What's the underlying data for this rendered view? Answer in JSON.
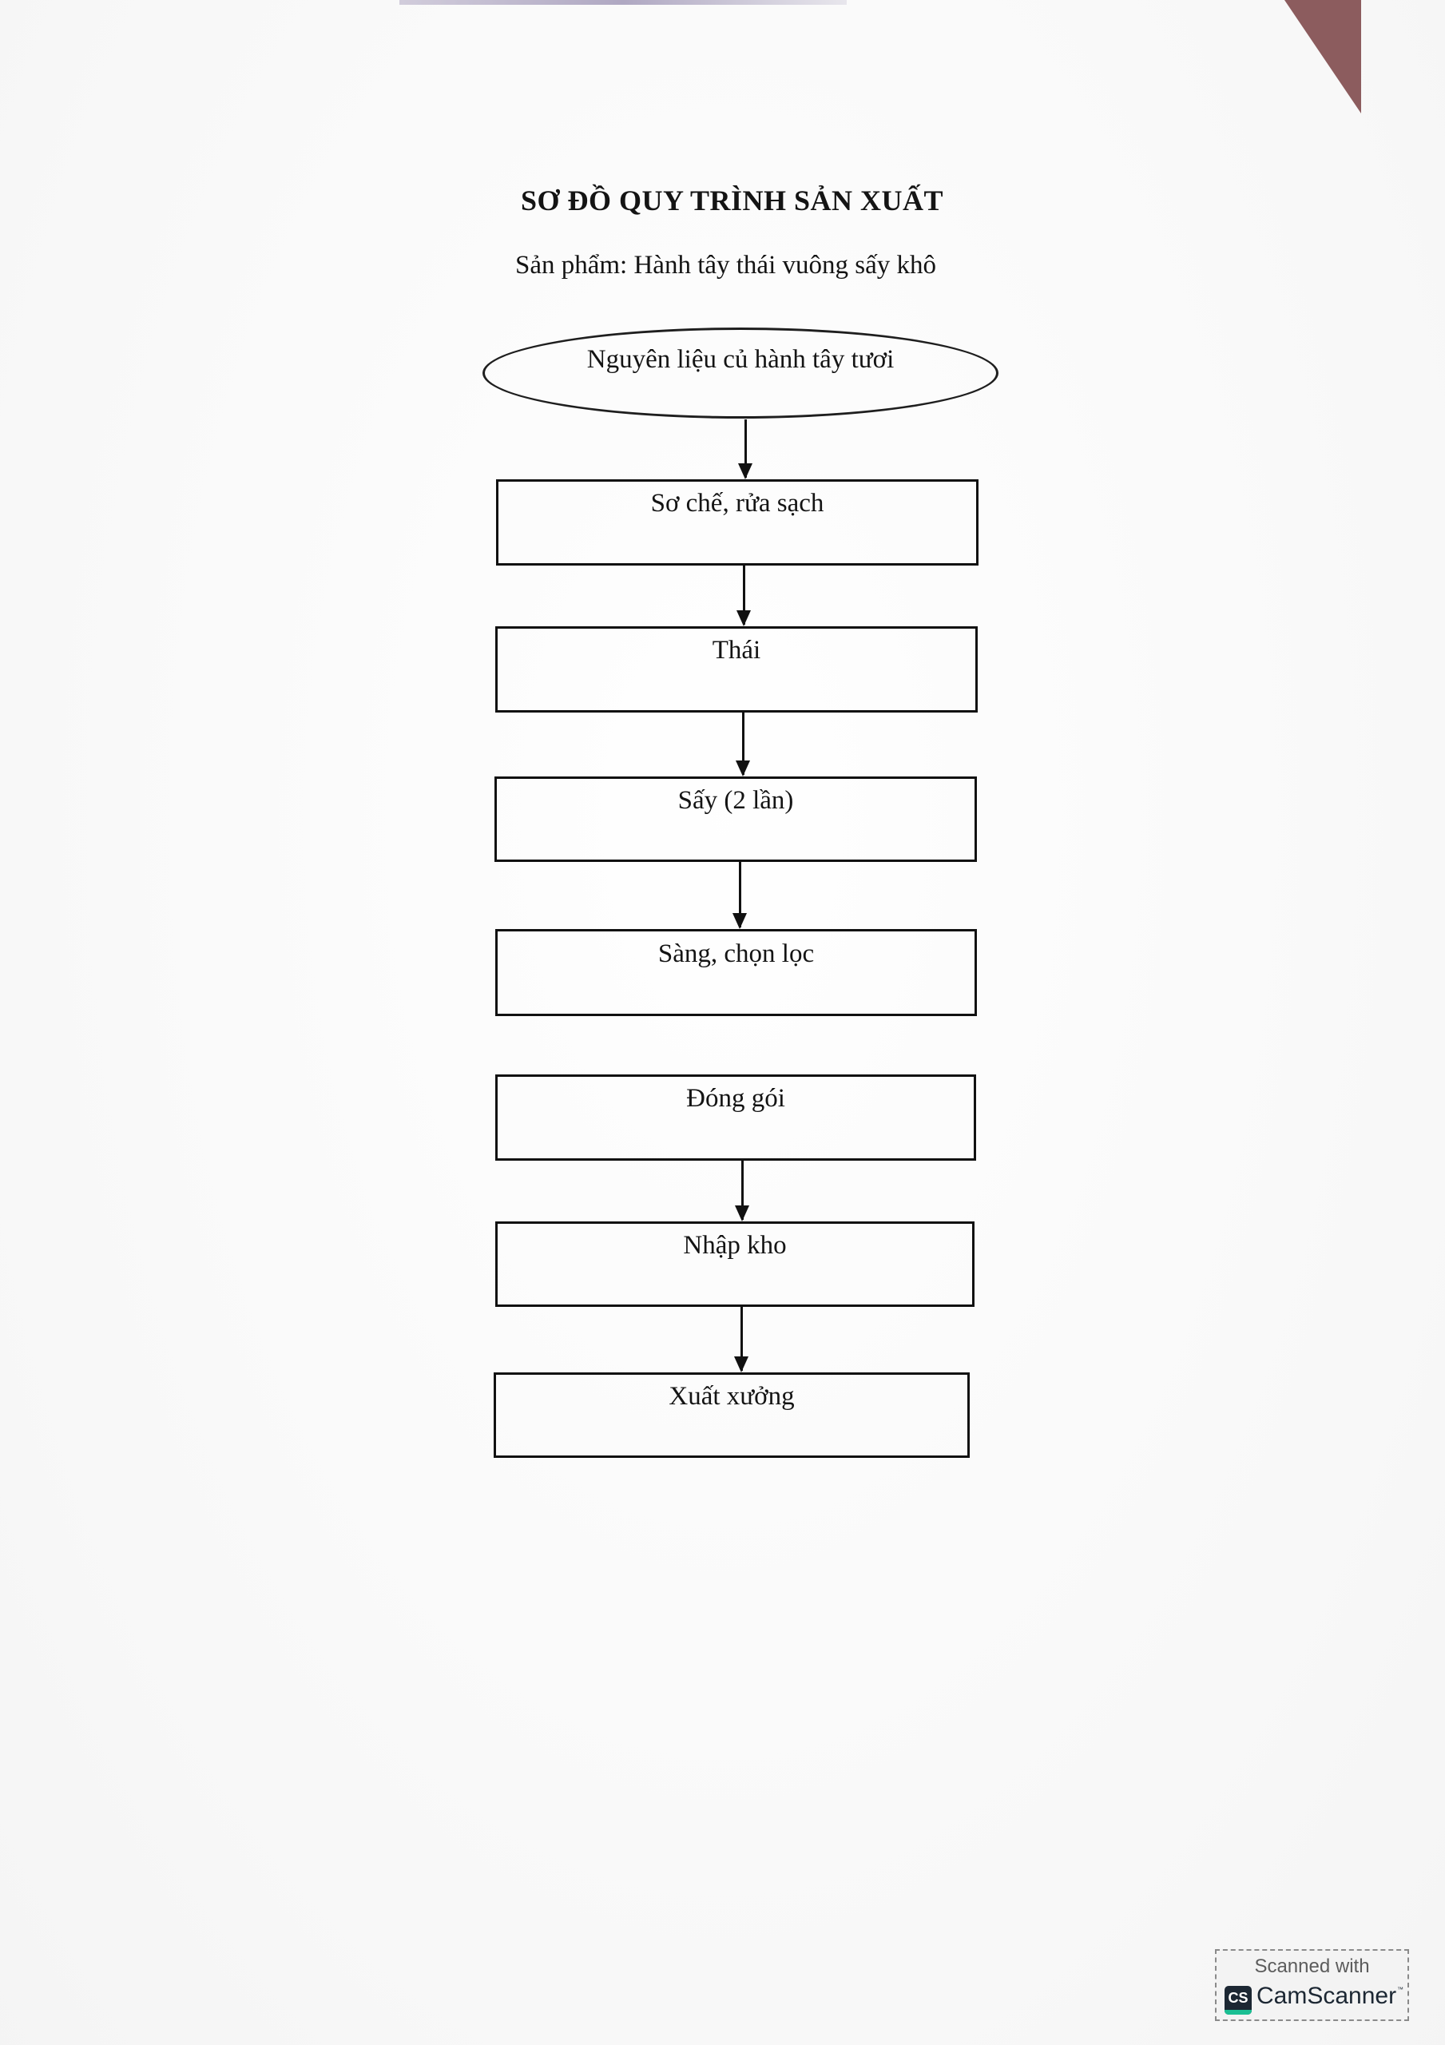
{
  "document": {
    "title": "SƠ ĐỒ QUY TRÌNH SẢN XUẤT",
    "subtitle": "Sản phẩm: Hành tây thái vuông sấy khô"
  },
  "flowchart": {
    "start_node": {
      "shape": "ellipse",
      "label": "Nguyên liệu củ hành tây tươi"
    },
    "steps": [
      {
        "label": "Sơ chế, rửa sạch"
      },
      {
        "label": "Thái"
      },
      {
        "label": "Sấy (2 lần)"
      },
      {
        "label": "Sàng, chọn lọc"
      },
      {
        "label": "Đóng gói"
      },
      {
        "label": "Nhập kho"
      },
      {
        "label": "Xuất xưởng"
      }
    ],
    "connections": [
      {
        "from": "Nguyên liệu củ hành tây tươi",
        "to": "Sơ chế, rửa sạch"
      },
      {
        "from": "Sơ chế, rửa sạch",
        "to": "Thái"
      },
      {
        "from": "Thái",
        "to": "Sấy (2 lần)"
      },
      {
        "from": "Sấy (2 lần)",
        "to": "Sàng, chọn lọc"
      },
      {
        "from": "Đóng gói",
        "to": "Nhập kho"
      },
      {
        "from": "Nhập kho",
        "to": "Xuất xưởng"
      }
    ]
  },
  "watermark": {
    "line1": "Scanned with",
    "logo_text": "CS",
    "brand": "CamScanner",
    "tm": "™"
  },
  "colors": {
    "ink": "#111111",
    "paper": "#fbfbfb",
    "corner": "#8c5c5e",
    "cs_dark": "#1c2733",
    "cs_green": "#1bbf93"
  }
}
